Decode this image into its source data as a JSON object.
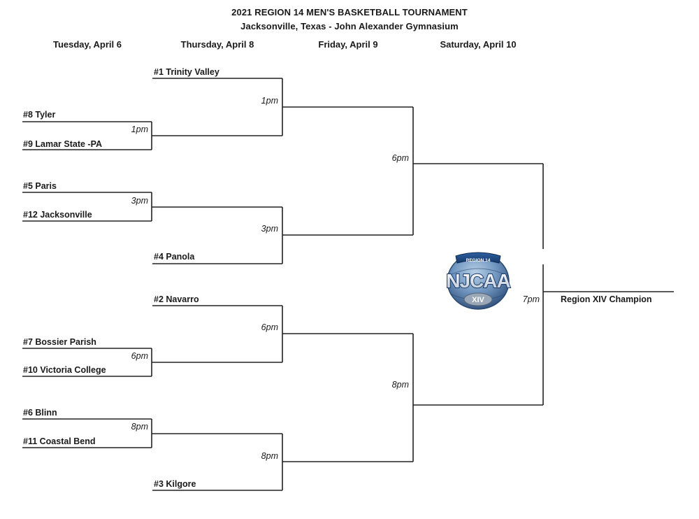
{
  "header": {
    "title": "2021 REGION 14 MEN'S BASKETBALL TOURNAMENT",
    "subtitle": "Jacksonville, Texas - John Alexander Gymnasium"
  },
  "days": [
    "Tuesday, April 6",
    "Thursday, April 8",
    "Friday, April 9",
    "Saturday, April 10"
  ],
  "teams": {
    "trinity_valley": "#1 Trinity Valley",
    "tyler": "#8 Tyler",
    "lamar_state": "#9 Lamar State -PA",
    "paris": "#5 Paris",
    "jacksonville": "#12 Jacksonville",
    "panola": "#4 Panola",
    "navarro": "#2 Navarro",
    "bossier_parish": "#7 Bossier Parish",
    "victoria_college": "#10 Victoria College",
    "blinn": "#6 Blinn",
    "coastal_bend": "#11 Coastal Bend",
    "kilgore": "#3 Kilgore"
  },
  "times": {
    "r1_game1": "1pm",
    "r1_game2": "3pm",
    "r1_game3": "6pm",
    "r1_game4": "8pm",
    "qf_game1": "1pm",
    "qf_game2": "3pm",
    "qf_game3": "6pm",
    "qf_game4": "8pm",
    "sf_game1": "6pm",
    "sf_game2": "8pm",
    "final": "7pm"
  },
  "champion_label": "Region XIV Champion",
  "logo": {
    "icon": "njcaa-region-xiv-logo",
    "text": "NJCAA",
    "numeral": "XIV",
    "banner": "REGION 14"
  }
}
